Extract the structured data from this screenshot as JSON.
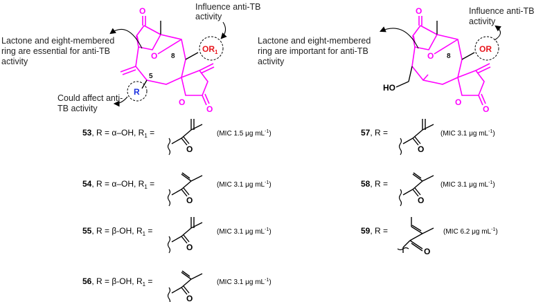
{
  "annotations": {
    "left": {
      "influence": [
        "Influence anti-TB",
        "activity"
      ],
      "lactone": [
        "Lactone and eight-membered",
        "ring are essential for anti-TB",
        "activity"
      ],
      "could": [
        "Could affect anti-",
        "TB activity"
      ],
      "or_label": "OR",
      "or_sub": "1",
      "r_label": "R",
      "pos8": "8",
      "pos5": "5"
    },
    "right": {
      "influence": [
        "Influence anti-TB",
        "activity"
      ],
      "lactone": [
        "Lactone and eight-membered",
        "ring are important for anti-TB",
        "activity"
      ],
      "or_label": "OR",
      "ho_label": "HO",
      "pos8": "8"
    },
    "atom_o": "O"
  },
  "compounds": [
    {
      "num": "53",
      "r": "α–OH",
      "r1": "1",
      "mic": "(MIC 1.5 μg mL",
      "sup": "-1",
      "tail": ")"
    },
    {
      "num": "54",
      "r": "α–OH",
      "r1": "1",
      "mic": "(MIC 3.1 μg mL",
      "sup": "-1",
      "tail": ")"
    },
    {
      "num": "55",
      "r": "β-OH",
      "r1": "1",
      "mic": "(MIC 3.1 μg mL",
      "sup": "-1",
      "tail": ")"
    },
    {
      "num": "56",
      "r": "β-OH",
      "r1": "1",
      "mic": "(MIC 3.1 μg mL",
      "sup": "-1",
      "tail": ")"
    },
    {
      "num": "57",
      "mic": "(MIC 3.1 μg mL",
      "sup": "-1",
      "tail": ")"
    },
    {
      "num": "58",
      "mic": "(MIC 3.1 μg mL",
      "sup": "-1",
      "tail": ")"
    },
    {
      "num": "59",
      "mic": "(MIC 6.2 μg mL",
      "sup": "-1",
      "tail": ")"
    }
  ],
  "text": {
    "r_eq": ", R = ",
    "r1_eq": ", R",
    "r1_tail": " =",
    "r_only": ", R ="
  },
  "colors": {
    "scaffold": "#ff00ff",
    "or_label": "#e8141b",
    "r_label": "#1a2fe0"
  }
}
